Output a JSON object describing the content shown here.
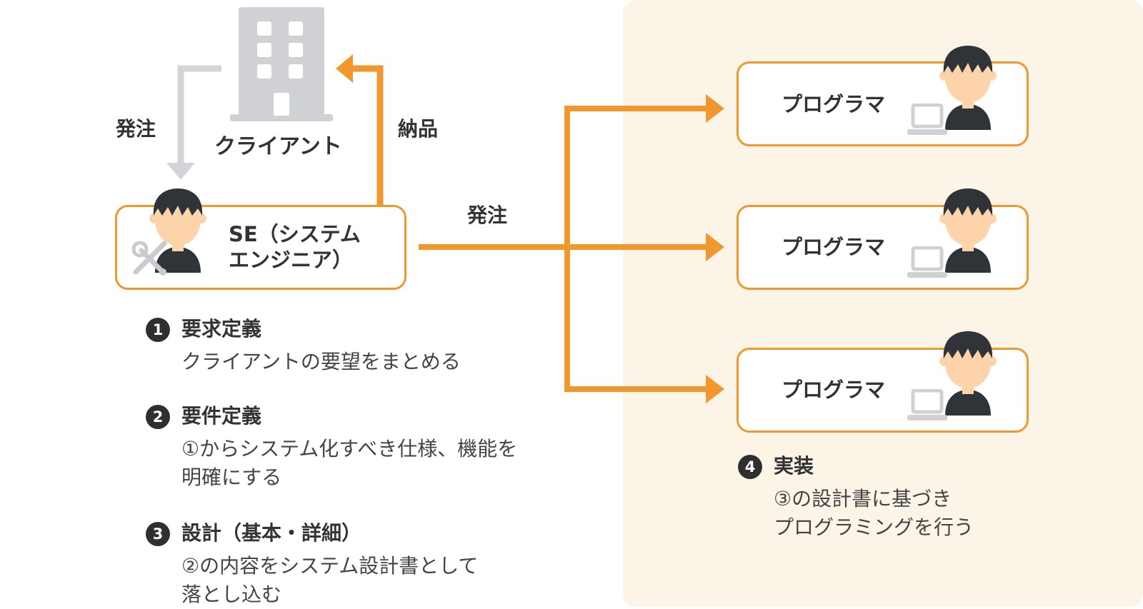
{
  "client": {
    "label": "クライアント"
  },
  "flows": {
    "order_client": "発注",
    "delivery": "納品",
    "order_programmers": "発注"
  },
  "se_box": {
    "line1": "SE（システム",
    "line2": "エンジニア）"
  },
  "programmers": [
    {
      "label": "プログラマ"
    },
    {
      "label": "プログラマ"
    },
    {
      "label": "プログラマ"
    }
  ],
  "steps": [
    {
      "num": "1",
      "title": "要求定義",
      "desc": [
        "クライアントの要望をまとめる"
      ]
    },
    {
      "num": "2",
      "title": "要件定義",
      "desc": [
        "①からシステム化すべき仕様、機能を",
        "明確にする"
      ]
    },
    {
      "num": "3",
      "title": "設計（基本・詳細）",
      "desc": [
        "②の内容をシステム設計書として",
        "落とし込む"
      ]
    },
    {
      "num": "4",
      "title": "実装",
      "desc": [
        "③の設計書に基づき",
        "プログラミングを行う"
      ]
    }
  ],
  "colors": {
    "accent_orange": "#f0972e",
    "gray_arrow": "#d3d5d8",
    "building_gray": "#cfd1d4",
    "panel_bg": "#fdf4e8",
    "hair": "#2f3438",
    "skin": "#fdd3aa"
  },
  "icons": [
    "building-icon",
    "person-icon",
    "wrench-screwdriver-icon",
    "laptop-icon"
  ]
}
